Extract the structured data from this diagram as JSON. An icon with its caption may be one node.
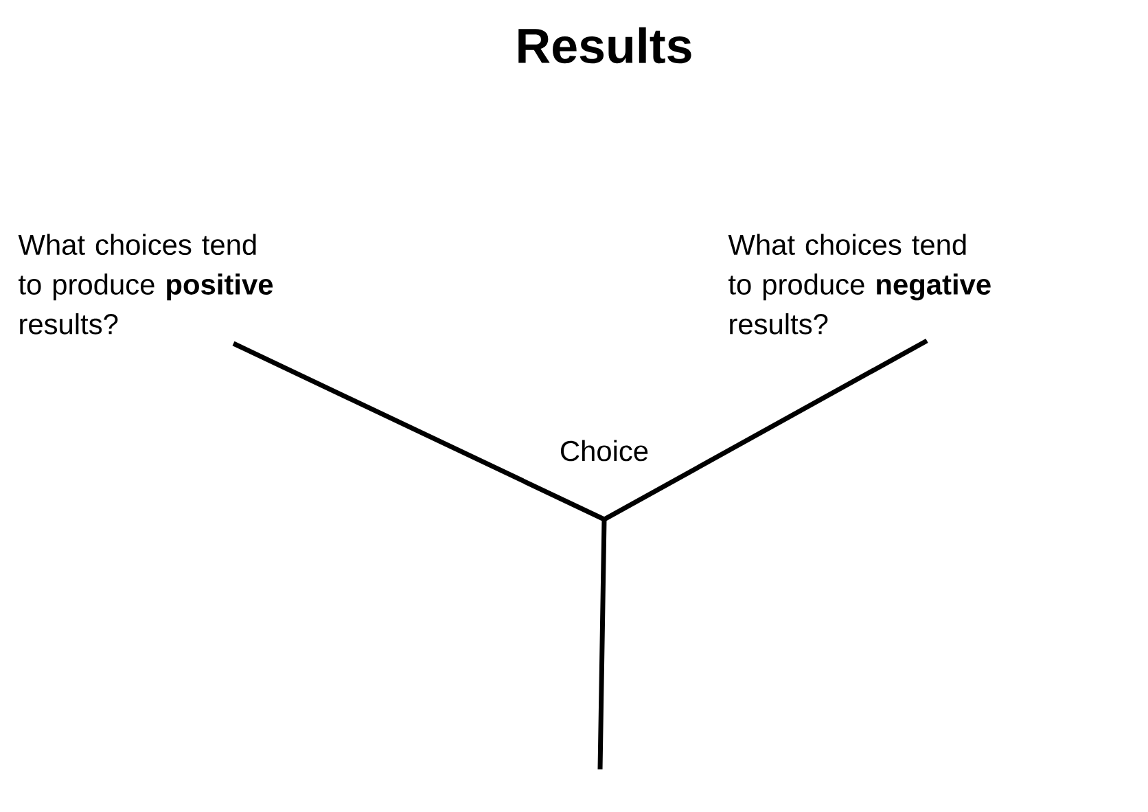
{
  "diagram": {
    "title": "Results",
    "labels": [
      "What choices tend to produce **positive** results?",
      "What choices tend to produce **negative** results?",
      "Choice"
    ]
  }
}
